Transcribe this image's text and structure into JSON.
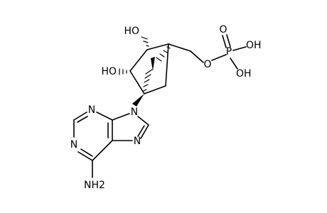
{
  "molecule": {
    "atoms": {
      "ho_top": "HO",
      "ho_left": "HO",
      "o_ester": "O",
      "p": "P",
      "o_oxo": "O",
      "oh_upper": "OH",
      "oh_lower": "OH",
      "n9": "N",
      "n3": "N",
      "n1": "N",
      "n7": "N",
      "nh2": "NH2"
    }
  },
  "colors": {
    "bond": "#000000",
    "background": "#ffffff"
  }
}
